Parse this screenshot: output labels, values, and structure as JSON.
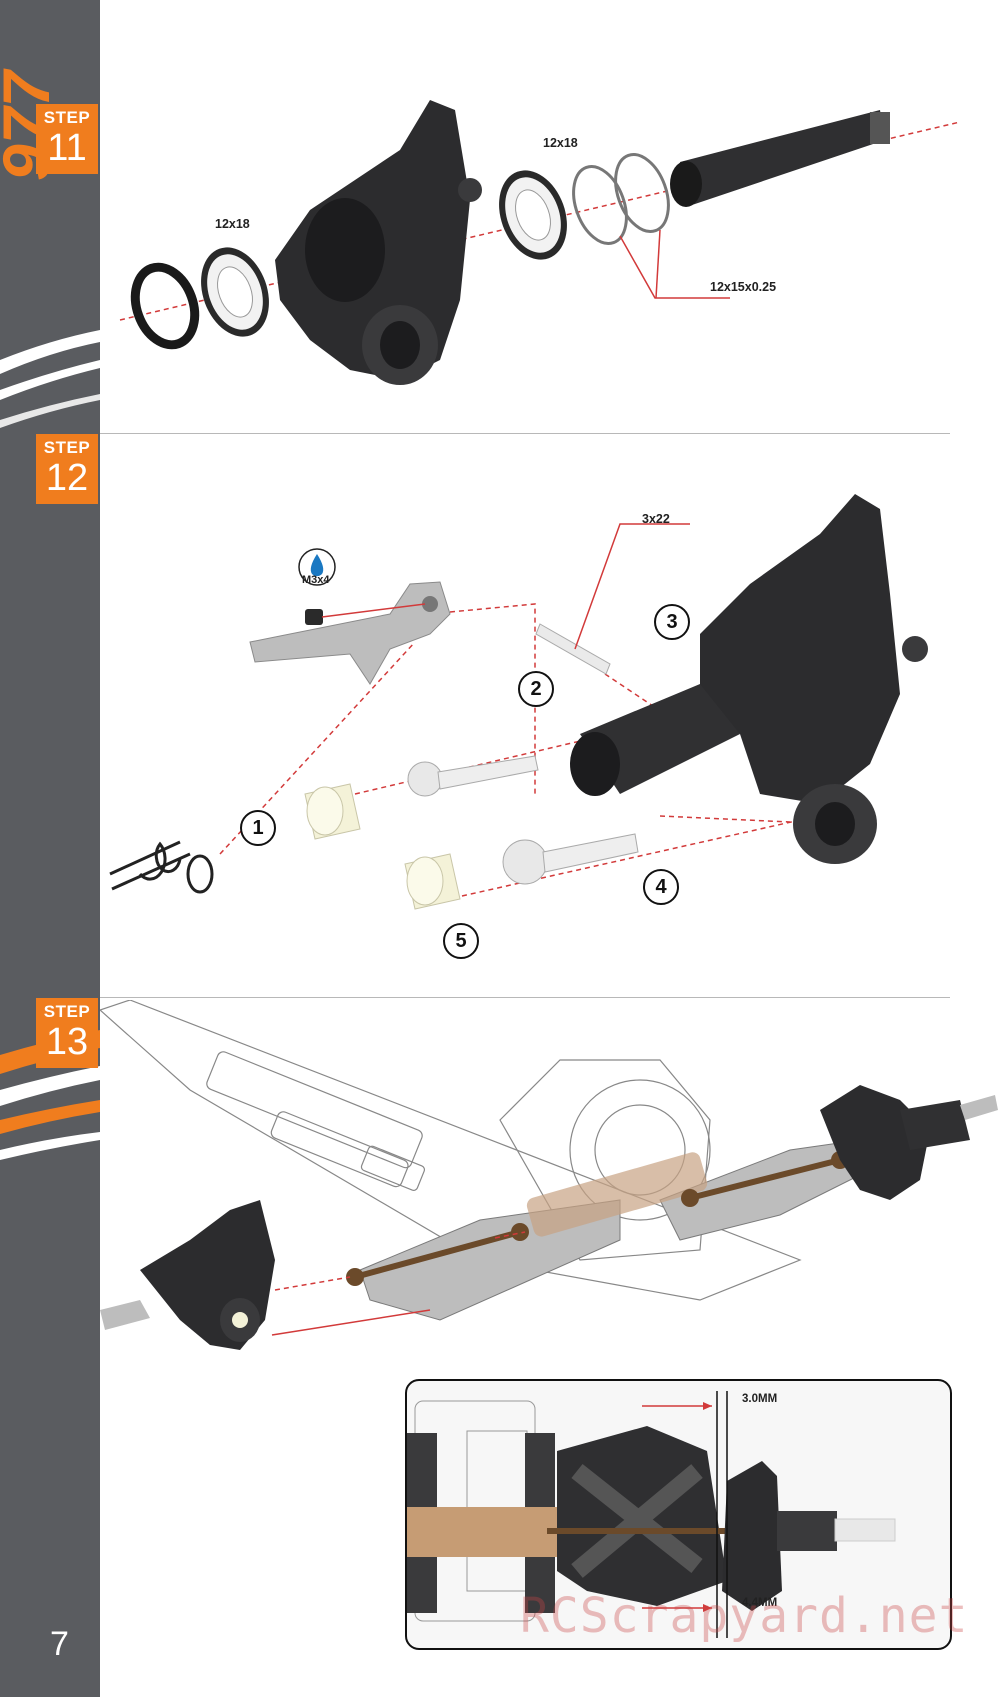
{
  "sidebar": {
    "page_number": "7",
    "logo_text": "977"
  },
  "steps": [
    {
      "label": "STEP",
      "number": "11"
    },
    {
      "label": "STEP",
      "number": "12"
    },
    {
      "label": "STEP",
      "number": "13"
    }
  ],
  "step11": {
    "bearing_left": "12x18",
    "bearing_right": "12x18",
    "shim": "12x15x0.25"
  },
  "step12": {
    "grease_label": "M3x4",
    "pin": "3x22",
    "callouts": [
      "1",
      "2",
      "3",
      "4",
      "5"
    ]
  },
  "step13": {
    "dim_top": "3.0MM",
    "dim_bottom": "4.4MM"
  },
  "watermark": "RCScrapyard.net",
  "colors": {
    "sidebar": "#5a5c60",
    "accent": "#f07d1e",
    "guide_line": "#d23a3a"
  }
}
